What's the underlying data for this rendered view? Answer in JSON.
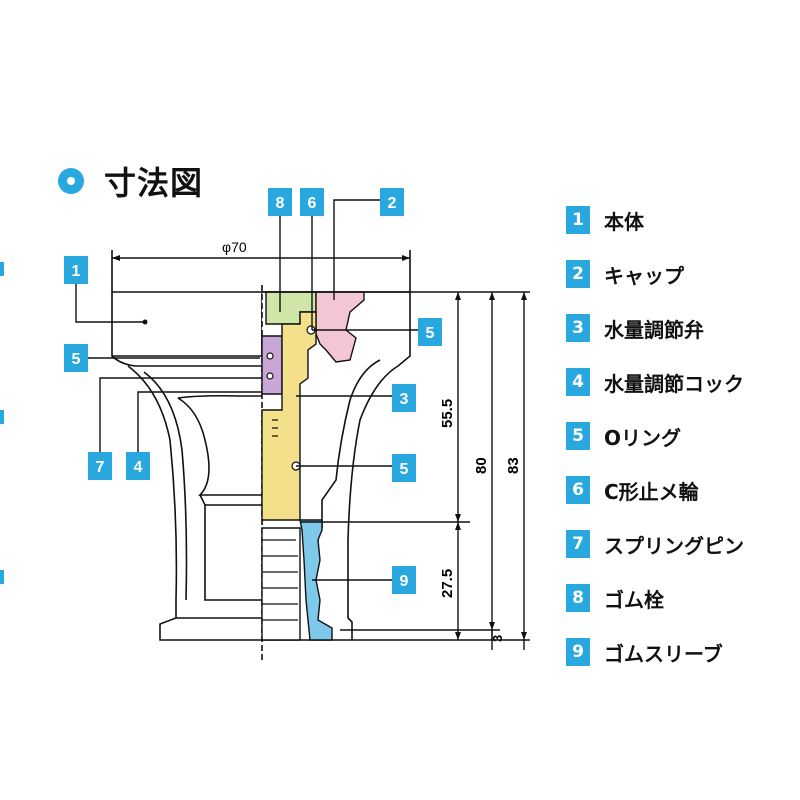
{
  "title": "寸法図",
  "callouts": {
    "c1": "1",
    "c2": "2",
    "c3": "3",
    "c4": "4",
    "c5a": "5",
    "c5b": "5",
    "c5c": "5",
    "c6": "6",
    "c7": "7",
    "c8": "8",
    "c9": "9"
  },
  "dimensions": {
    "diameter": "φ70",
    "d55": "55.5",
    "d80": "80",
    "d83": "83",
    "d27": "27.5",
    "d3": "3"
  },
  "legend": [
    {
      "num": "1",
      "label": "本体"
    },
    {
      "num": "2",
      "label": "キャップ"
    },
    {
      "num": "3",
      "label": "水量調節弁"
    },
    {
      "num": "4",
      "label": "水量調節コック"
    },
    {
      "num": "5",
      "label": "Oリング"
    },
    {
      "num": "6",
      "label": "C形止メ輪"
    },
    {
      "num": "7",
      "label": "スプリングピン"
    },
    {
      "num": "8",
      "label": "ゴム栓"
    },
    {
      "num": "9",
      "label": "ゴムスリーブ"
    }
  ],
  "colors": {
    "accent": "#29a8e0",
    "rubber_plug": "#cfe6a8",
    "cap": "#f2c6d2",
    "valve": "#f4df8a",
    "cock": "#c8a6d8",
    "sleeve": "#7ec8ea"
  }
}
